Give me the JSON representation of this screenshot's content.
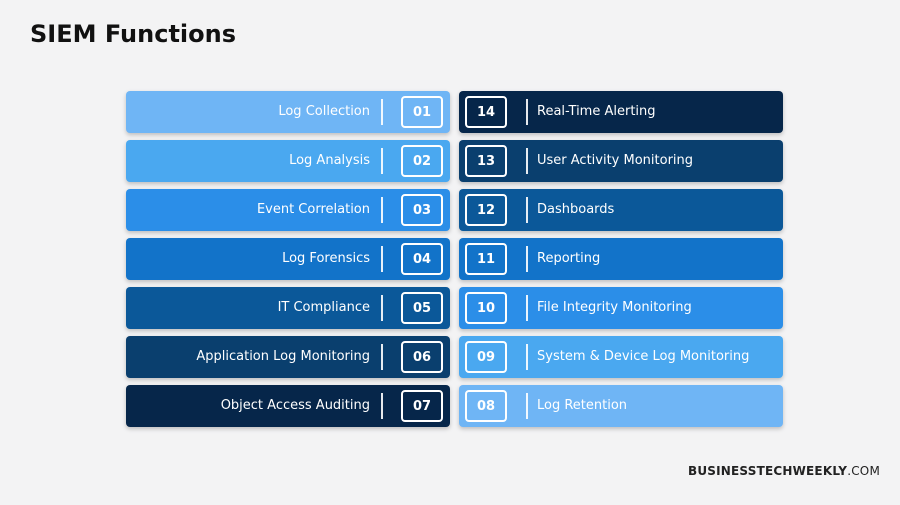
{
  "title": "SIEM Functions",
  "brand": {
    "bold": "BUSINESSTECHWEEKLY",
    "light": ".COM"
  },
  "left_items": [
    {
      "number": "01",
      "label": "Log Collection",
      "color": "#6fb5f5"
    },
    {
      "number": "02",
      "label": "Log Analysis",
      "color": "#4aa8f0"
    },
    {
      "number": "03",
      "label": "Event Correlation",
      "color": "#2b8ee8"
    },
    {
      "number": "04",
      "label": "Log Forensics",
      "color": "#1273c9"
    },
    {
      "number": "05",
      "label": "IT Compliance",
      "color": "#0b5899"
    },
    {
      "number": "06",
      "label": "Application Log Monitoring",
      "color": "#0a3f6e"
    },
    {
      "number": "07",
      "label": "Object Access Auditing",
      "color": "#06264a"
    }
  ],
  "right_items": [
    {
      "number": "14",
      "label": "Real-Time Alerting",
      "color": "#06264a"
    },
    {
      "number": "13",
      "label": "User Activity Monitoring",
      "color": "#0a3f6e"
    },
    {
      "number": "12",
      "label": "Dashboards",
      "color": "#0b5899"
    },
    {
      "number": "11",
      "label": "Reporting",
      "color": "#1273c9"
    },
    {
      "number": "10",
      "label": "File Integrity Monitoring",
      "color": "#2b8ee8"
    },
    {
      "number": "09",
      "label": "System & Device Log Monitoring",
      "color": "#4aa8f0"
    },
    {
      "number": "08",
      "label": "Log Retention",
      "color": "#6fb5f5"
    }
  ]
}
